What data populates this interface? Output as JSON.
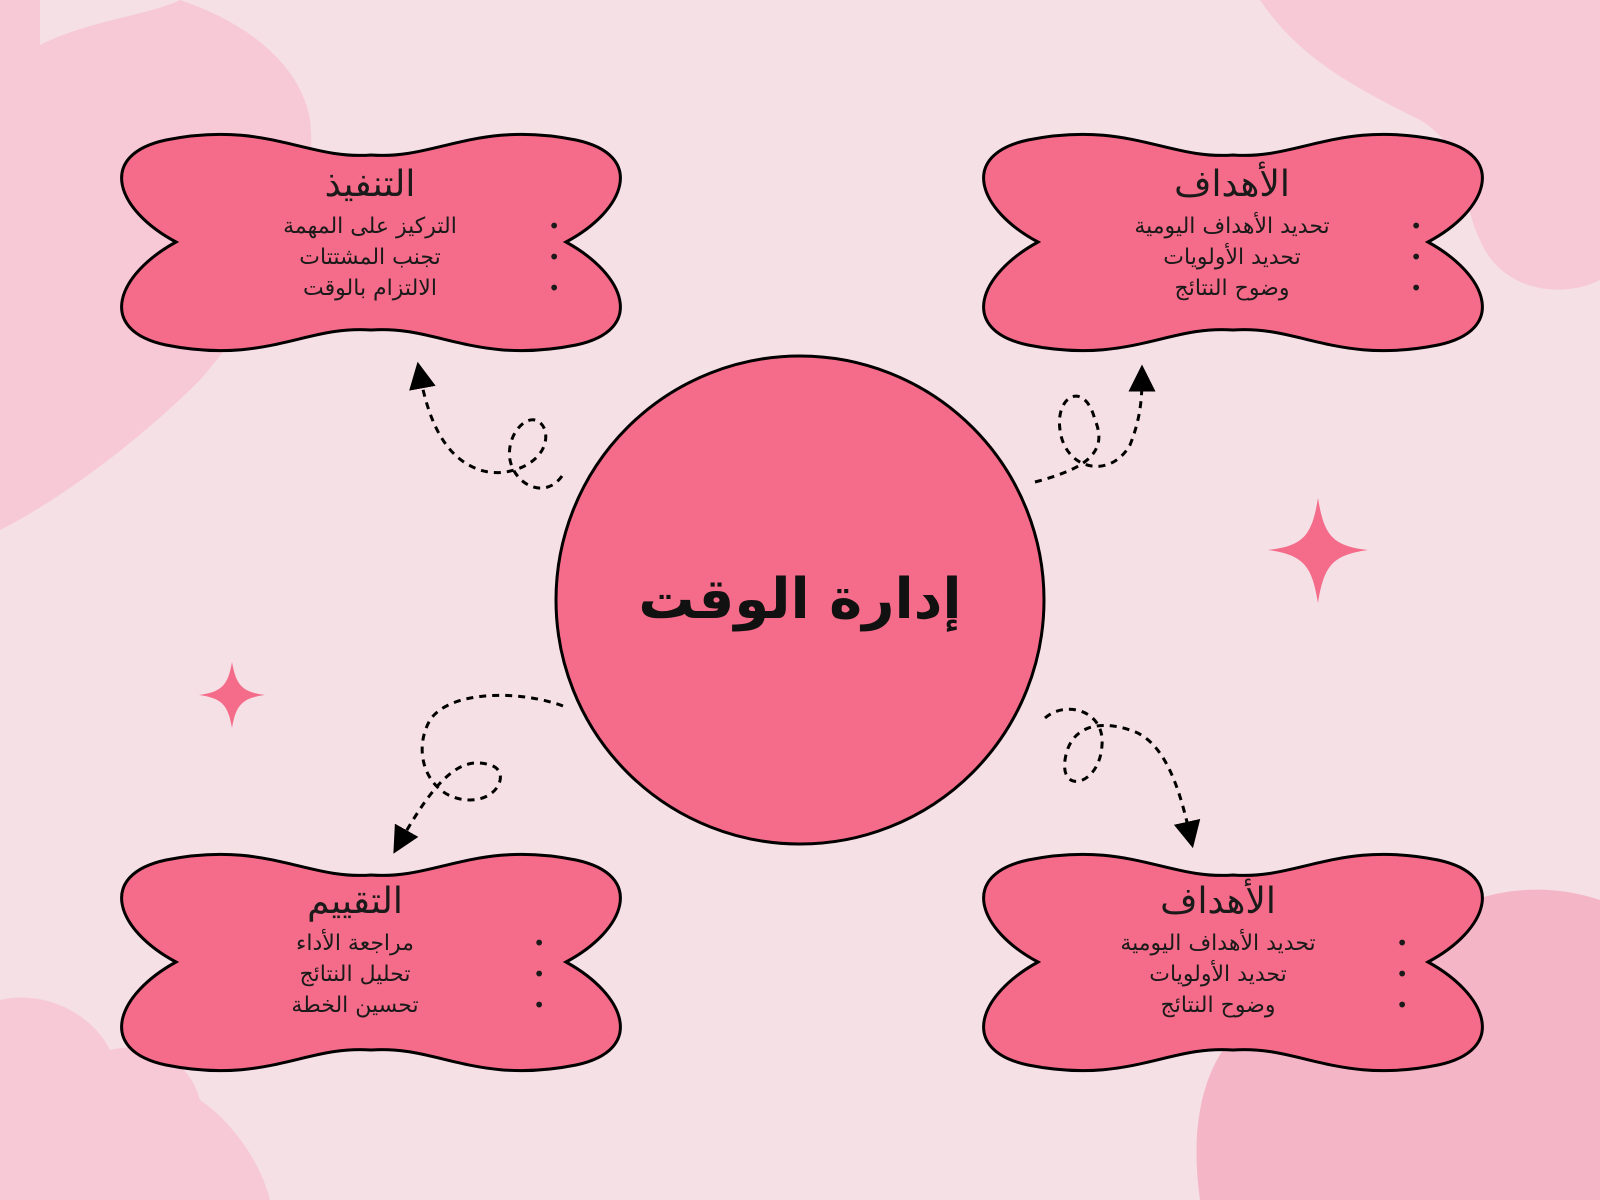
{
  "colors": {
    "background": "#f5e0e6",
    "blob": "#f7c9d6",
    "blob_dark": "#f4b6c6",
    "shape_fill": "#f46c89",
    "stroke": "#000000",
    "sparkle": "#f46c89"
  },
  "center": {
    "title": "إدارة الوقت"
  },
  "nodes": [
    {
      "title": "الأهداف",
      "items": [
        "تحديد الأهداف اليومية",
        "تحديد الأولويات",
        "وضوح النتائج"
      ]
    },
    {
      "title": "التنفيذ",
      "items": [
        "التركيز على المهمة",
        "تجنب المشتتات",
        "الالتزام بالوقت"
      ]
    },
    {
      "title": "التقييم",
      "items": [
        "مراجعة الأداء",
        "تحليل النتائج",
        "تحسين الخطة"
      ]
    },
    {
      "title": "الأهداف",
      "items": [
        "تحديد الأهداف اليومية",
        "تحديد الأولويات",
        "وضوح النتائج"
      ]
    }
  ]
}
